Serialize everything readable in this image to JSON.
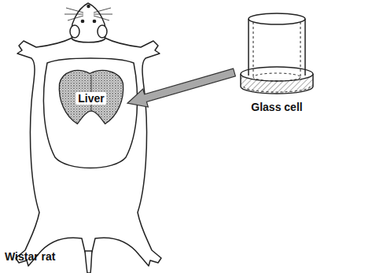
{
  "diagram": {
    "nodes": [
      {
        "text": [
          "Liver"
        ]
      },
      {
        "text": [
          "Glass cell"
        ]
      }
    ],
    "edges": [
      {
        "from": 1,
        "to": 0,
        "arrow": "to"
      }
    ],
    "labels": [
      "Wistar rat"
    ]
  }
}
